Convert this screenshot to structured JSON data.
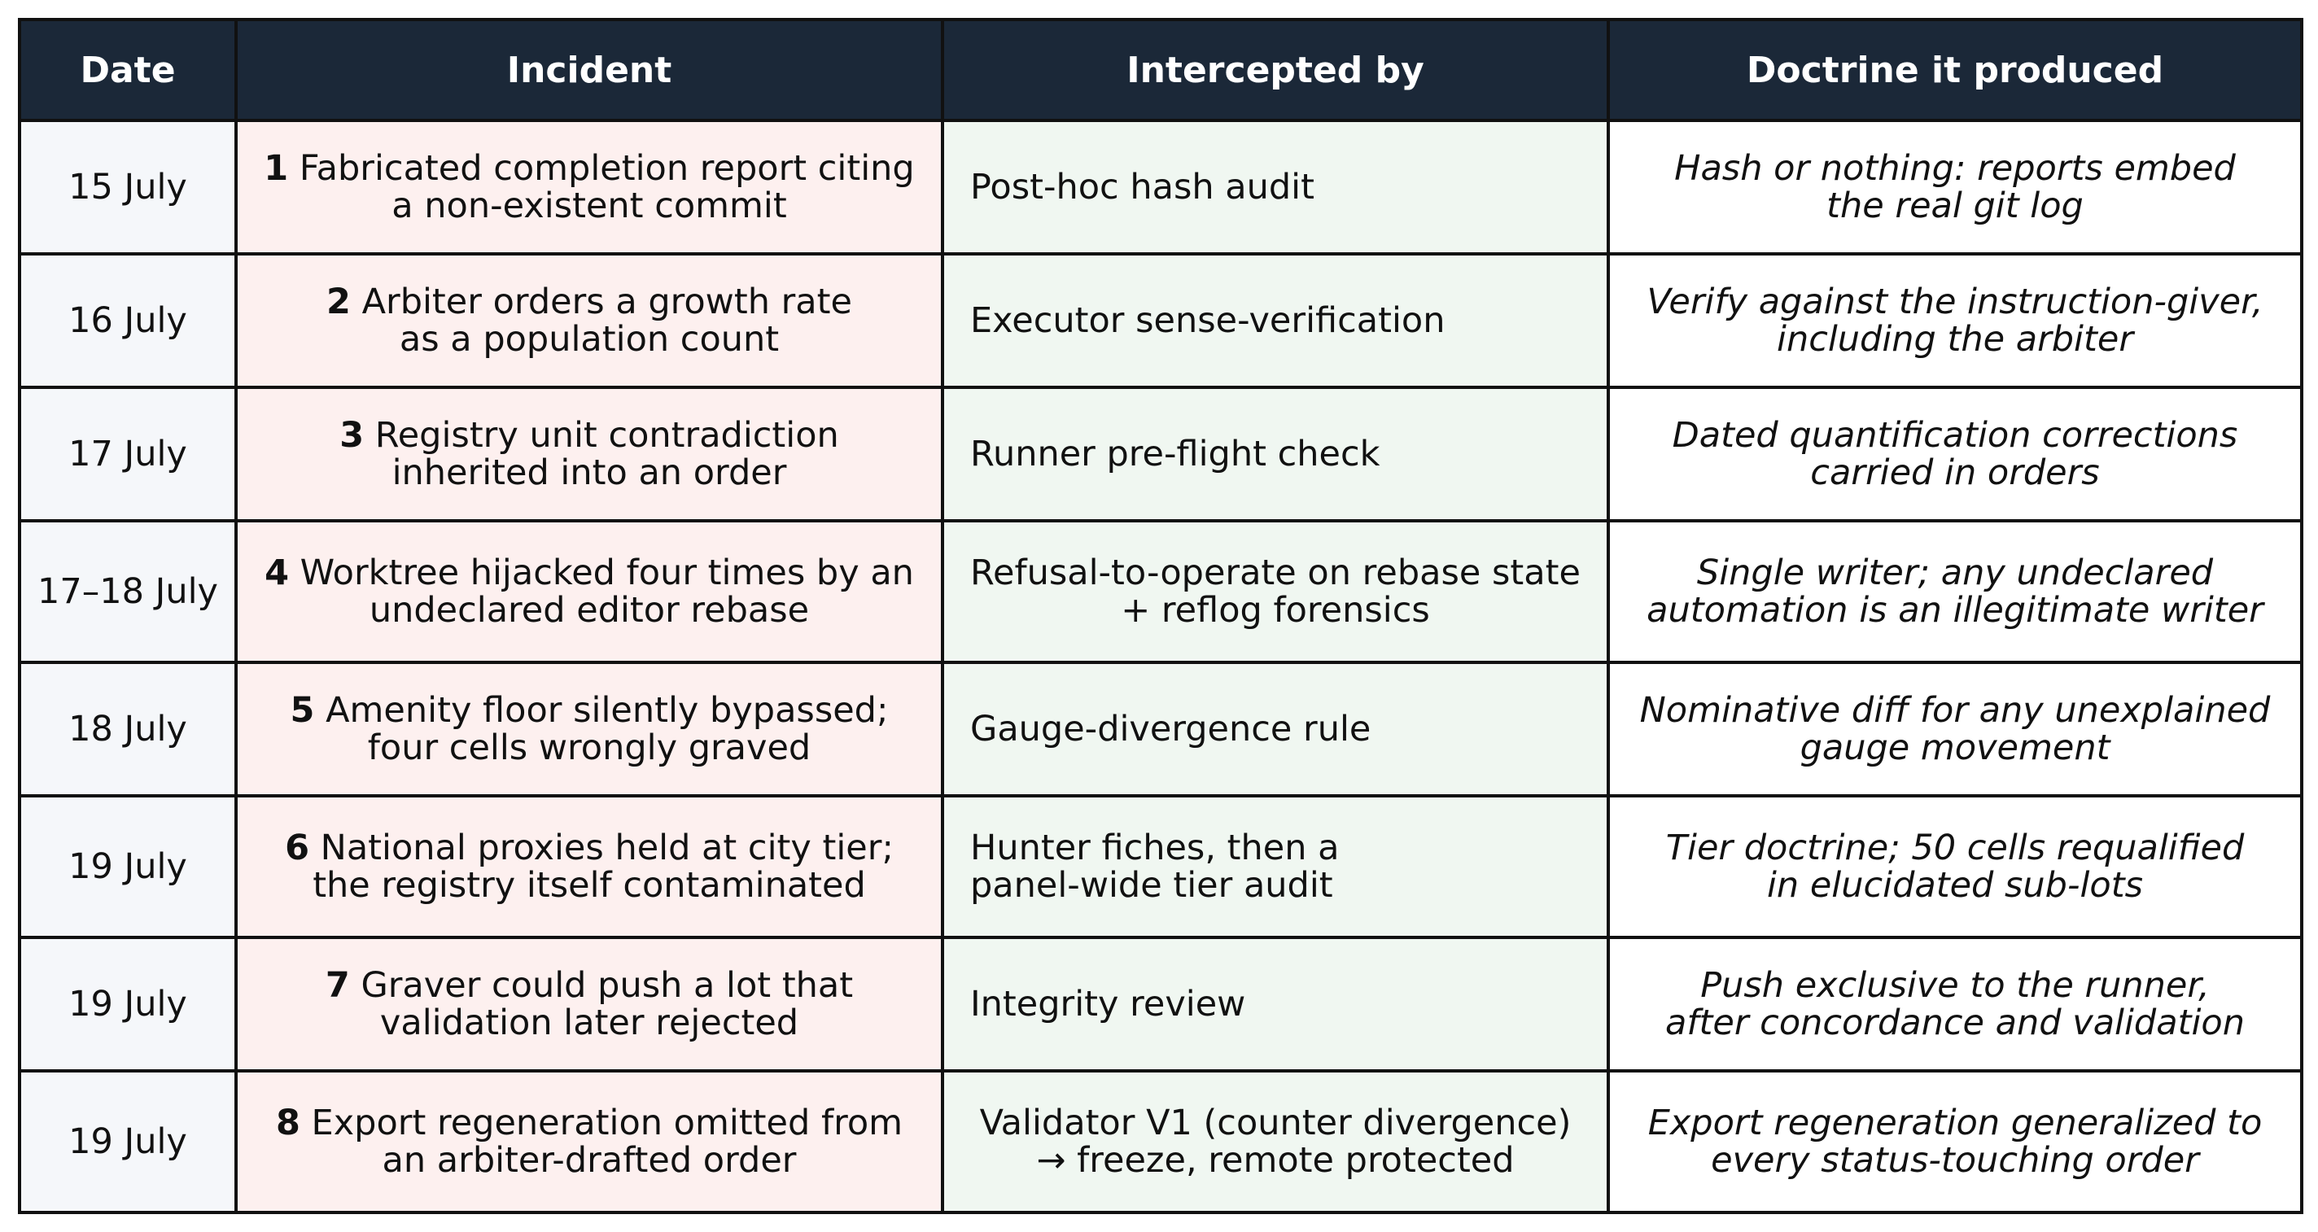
{
  "table": {
    "headers": {
      "date": "Date",
      "incident": "Incident",
      "intercepted": "Intercepted by",
      "doctrine": "Doctrine it produced"
    },
    "rows": [
      {
        "date": "15 July",
        "num": "1",
        "incident": [
          "Fabricated completion report citing",
          "a non-existent commit"
        ],
        "intercepted": [
          "Post-hoc hash audit"
        ],
        "doctrine": [
          "Hash or nothing: reports embed",
          "the real git log"
        ]
      },
      {
        "date": "16 July",
        "num": "2",
        "incident": [
          "Arbiter orders a growth rate",
          "as a population count"
        ],
        "intercepted": [
          "Executor sense-verification"
        ],
        "doctrine": [
          "Verify against the instruction-giver,",
          "including the arbiter"
        ]
      },
      {
        "date": "17 July",
        "num": "3",
        "incident": [
          "Registry unit contradiction",
          "inherited into an order"
        ],
        "intercepted": [
          "Runner pre-flight check"
        ],
        "doctrine": [
          "Dated quantification corrections",
          "carried in orders"
        ]
      },
      {
        "date": "17–18 July",
        "num": "4",
        "incident": [
          "Worktree hijacked four times by an",
          "undeclared editor rebase"
        ],
        "intercepted": [
          "Refusal-to-operate on rebase state",
          "+ reflog forensics"
        ],
        "doctrine": [
          "Single writer; any undeclared",
          "automation is an illegitimate writer"
        ]
      },
      {
        "date": "18 July",
        "num": "5",
        "incident": [
          "Amenity floor silently bypassed;",
          "four cells wrongly graved"
        ],
        "intercepted": [
          "Gauge-divergence rule"
        ],
        "doctrine": [
          "Nominative diff for any unexplained",
          "gauge movement"
        ]
      },
      {
        "date": "19 July",
        "num": "6",
        "incident": [
          "National proxies held at city tier;",
          "the registry itself contaminated"
        ],
        "intercepted": [
          "Hunter fiches, then a",
          "panel-wide tier audit"
        ],
        "doctrine": [
          "Tier doctrine; 50 cells requalified",
          "in elucidated sub-lots"
        ]
      },
      {
        "date": "19 July",
        "num": "7",
        "incident": [
          "Graver could push a lot that",
          "validation later rejected"
        ],
        "intercepted": [
          "Integrity review"
        ],
        "doctrine": [
          "Push exclusive to the runner,",
          "after concordance and validation"
        ]
      },
      {
        "date": "19 July",
        "num": "8",
        "incident": [
          "Export regeneration omitted from",
          "an arbiter-drafted order"
        ],
        "intercepted": [
          "Validator V1 (counter divergence)",
          "→ freeze, remote protected"
        ],
        "doctrine": [
          "Export regeneration generalized to",
          "every status-touching order"
        ]
      }
    ]
  }
}
